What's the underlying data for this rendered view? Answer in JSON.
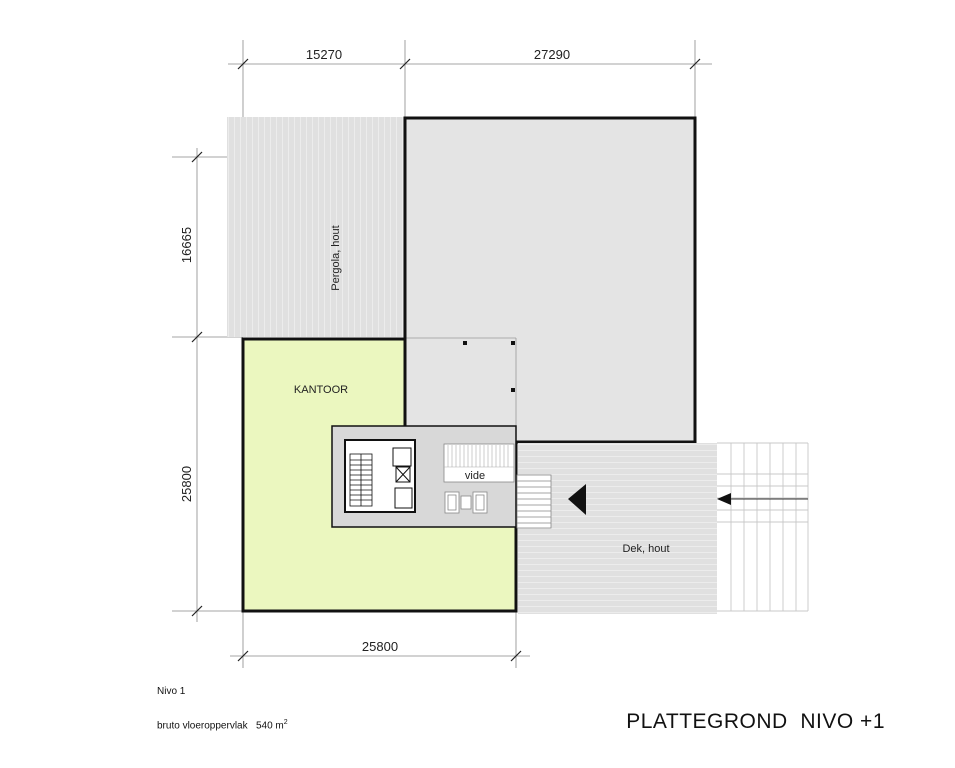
{
  "dimensions": {
    "top_left": "15270",
    "top_right": "27290",
    "left_upper": "16665",
    "left_lower": "25800",
    "bottom": "25800"
  },
  "rooms": {
    "pergola": "Pergola, hout",
    "office": "KANTOOR",
    "void": "vide",
    "deck": "Dek, hout"
  },
  "caption": {
    "level": "Nivo 1",
    "area_label": "bruto vloeroppervlak",
    "area_value": "540 m",
    "area_sup": "2"
  },
  "title": "PLATTEGROND  NIVO +1",
  "colors": {
    "office_fill": "#ebf7bf",
    "roof_fill": "#e4e4e4",
    "wood_fill": "#e0e0e0",
    "core_fill": "#d8d8d8",
    "wall": "#111111"
  }
}
